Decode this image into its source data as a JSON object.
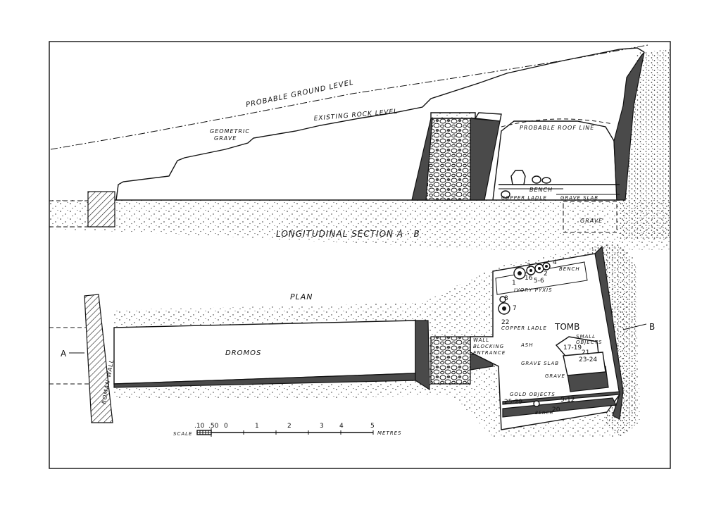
{
  "labels": {
    "ground_level": "PROBABLE  GROUND  LEVEL",
    "rock_level": "EXISTING  ROCK  LEVEL",
    "geometric_grave_1": "GEOMETRIC",
    "geometric_grave_2": "GRAVE",
    "roof_line": "PROBABLE ROOF LINE",
    "bench_section": "BENCH",
    "copper_ladle_section": "COPPER LADLE",
    "grave_slab_section": "GRAVE SLAB",
    "grave_section": "GRAVE",
    "section_title": "LONGITUDINAL  SECTION  A · B",
    "plan_title": "PLAN",
    "dromos": "DROMOS",
    "roman_wall": "ROMAN WALL",
    "point_a": "A",
    "point_b": "B",
    "wall_blocking_1": "WALL",
    "wall_blocking_2": "BLOCKING",
    "wall_blocking_3": "ENTRANCE",
    "tomb": "TOMB",
    "bench_top": "BENCH",
    "ivory_pyxis": "IVORY PYXIS",
    "copper_ladle_plan": "COPPER LADLE",
    "ash": "ASH",
    "small_objects_1": "SMALL",
    "small_objects_2": "OBJECTS",
    "grave_slab_plan": "GRAVE SLAB",
    "grave_plan": "GRAVE",
    "gold_objects": "GOLD OBJECTS",
    "bench_bottom": "BENCH"
  },
  "finds": {
    "n1": "1",
    "n16": "16",
    "n3": "3",
    "n4": "4",
    "n2": "2",
    "n56": "5-6",
    "n8": "8",
    "n7": "7",
    "n22": "22",
    "n1719": "17-19",
    "n21": "21",
    "n2324": "23-24",
    "n2529": "25-29",
    "n912": "9-12",
    "n20": "20"
  },
  "scale": {
    "label": "SCALE",
    "unit": "METRES",
    "ticks": [
      ".10",
      ".50",
      "0",
      "1",
      "2",
      "3",
      "4",
      "5"
    ]
  }
}
